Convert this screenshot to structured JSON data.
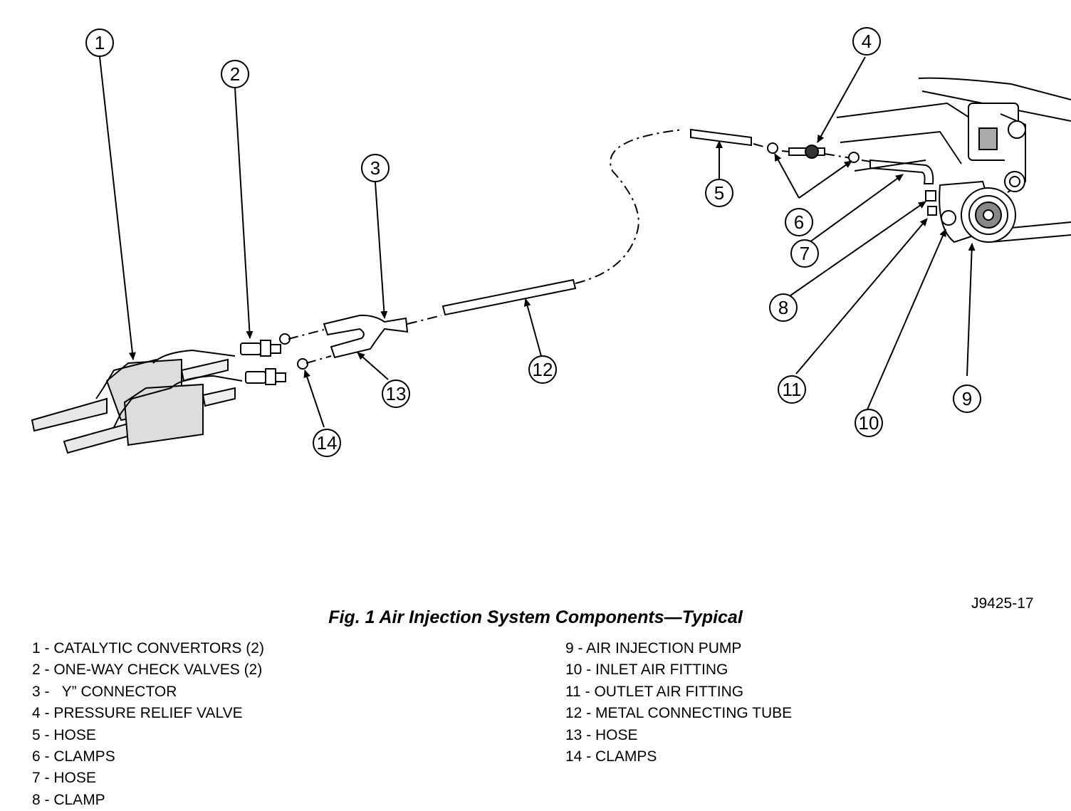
{
  "figure": {
    "code": "J9425-17",
    "caption": "Fig. 1 Air Injection System Components—Typical"
  },
  "callouts": [
    "1",
    "2",
    "3",
    "4",
    "5",
    "6",
    "7",
    "8",
    "9",
    "10",
    "11",
    "12",
    "13",
    "14"
  ],
  "legend": {
    "left": [
      "1 - CATALYTIC CONVERTORS (2)",
      "2 - ONE-WAY CHECK VALVES (2)",
      "3 -   Y” CONNECTOR",
      "4 - PRESSURE RELIEF VALVE",
      "5 - HOSE",
      "6 - CLAMPS",
      "7 - HOSE",
      "8 - CLAMP"
    ],
    "right": [
      "9 - AIR INJECTION PUMP",
      "10 - INLET AIR FITTING",
      "11 - OUTLET AIR FITTING",
      "12 - METAL CONNECTING TUBE",
      "13 - HOSE",
      "14 - CLAMPS"
    ]
  }
}
